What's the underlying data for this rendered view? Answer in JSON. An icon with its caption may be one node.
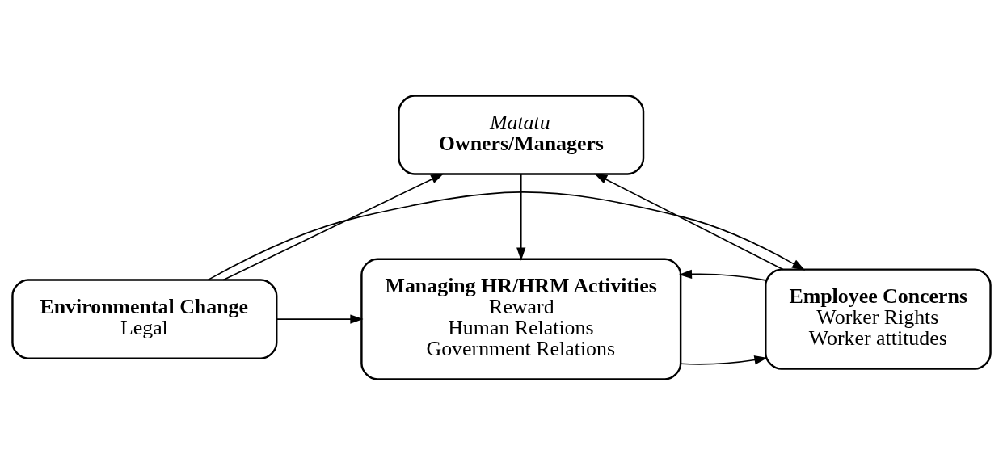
{
  "diagram": {
    "nodes": [
      {
        "text": [
          "Matatu",
          "Owners/Managers"
        ]
      },
      {
        "text": [
          "Environmental Change",
          "Legal"
        ]
      },
      {
        "text": [
          "Managing HR/HRM Activities",
          "Reward",
          "Human Relations",
          "Government Relations"
        ]
      },
      {
        "text": [
          "Employee Concerns",
          "Worker Rights",
          "Worker attitudes"
        ]
      }
    ],
    "edges": [
      {
        "from": 1,
        "to": 0,
        "arrow": "to"
      },
      {
        "from": 3,
        "to": 0,
        "arrow": "to"
      },
      {
        "from": 0,
        "to": 2,
        "arrow": "to"
      },
      {
        "from": 1,
        "to": 2,
        "arrow": "to"
      },
      {
        "from": 2,
        "to": 3,
        "arrow": "to"
      },
      {
        "from": 3,
        "to": 2,
        "arrow": "to"
      },
      {
        "from": 1,
        "to": 3,
        "arrow": "to"
      }
    ]
  }
}
